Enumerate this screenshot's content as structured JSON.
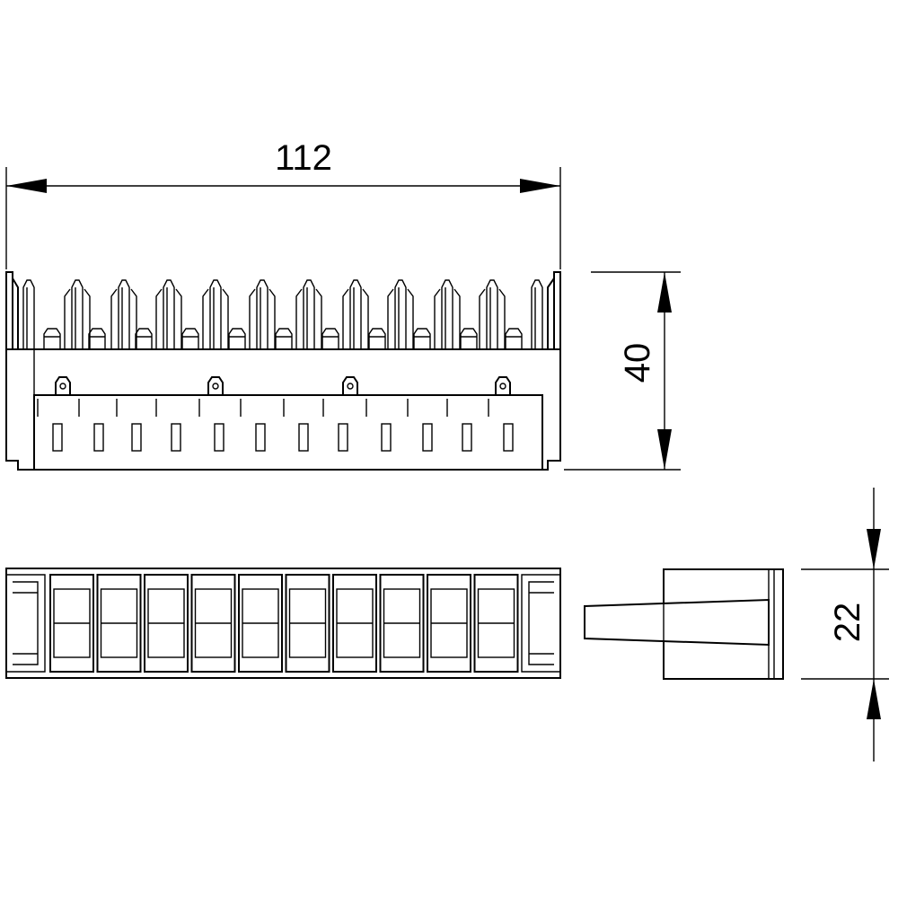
{
  "dimensions": {
    "width": "112",
    "height": "40",
    "depth": "22"
  }
}
